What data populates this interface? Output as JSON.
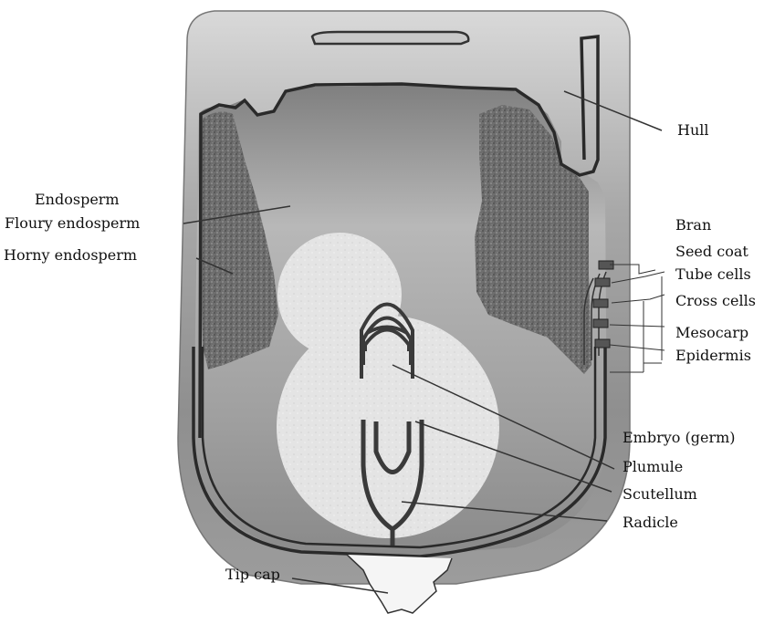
{
  "labels": {
    "hull": "Hull",
    "endosperm": "Endosperm",
    "floury_endosperm": "Floury endosperm",
    "horny_endosperm": "Horny endosperm",
    "bran": "Bran",
    "seed_coat": "Seed coat",
    "tube_cells": "Tube cells",
    "cross_cells": "Cross cells",
    "mesocarp": "Mesocarp",
    "epidermis": "Epidermis",
    "embryo": "Embryo (germ)",
    "plumule": "Plumule",
    "scutellum": "Scutellum",
    "radicle": "Radicle",
    "tip_cap": "Tip cap"
  },
  "colors": {
    "hull_light": "#d8d8d8",
    "hull_dark": "#9a9a9a",
    "outline": "#333333",
    "horny": "#7a7a7a",
    "embryo": "#e6e6e6"
  }
}
